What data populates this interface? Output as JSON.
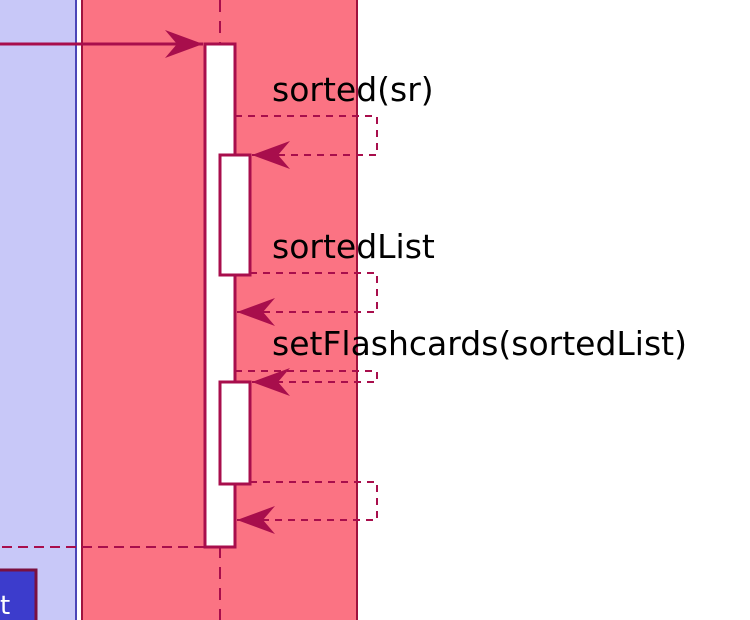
{
  "colors": {
    "left_box_fill": "#c8c8f8",
    "left_box_border": "#4a46b8",
    "right_box_fill": "#fb7383",
    "right_box_border": "#a0123e",
    "arrow": "#a80e4c",
    "activation_fill": "#ffffff",
    "participant_fill": "#3c3ccc",
    "participant_border": "#7a1040"
  },
  "messages": [
    {
      "label": "sorted(sr)",
      "kind": "self-call"
    },
    {
      "label": "sortedList",
      "kind": "return"
    },
    {
      "label": "setFlashcards(sortedList)",
      "kind": "self-call"
    },
    {
      "label": "",
      "kind": "return"
    }
  ],
  "participant_fragment_text": "t"
}
